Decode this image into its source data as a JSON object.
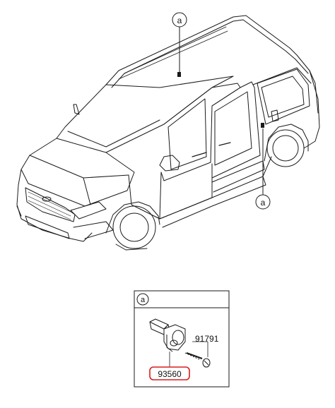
{
  "diagram": {
    "callout_top": "a",
    "callout_right": "a",
    "detail_box_header": "a",
    "part_screw": "91791",
    "part_switch": "93560",
    "highlight_color": "#d81e1e",
    "line_color": "#1a1a1a"
  }
}
